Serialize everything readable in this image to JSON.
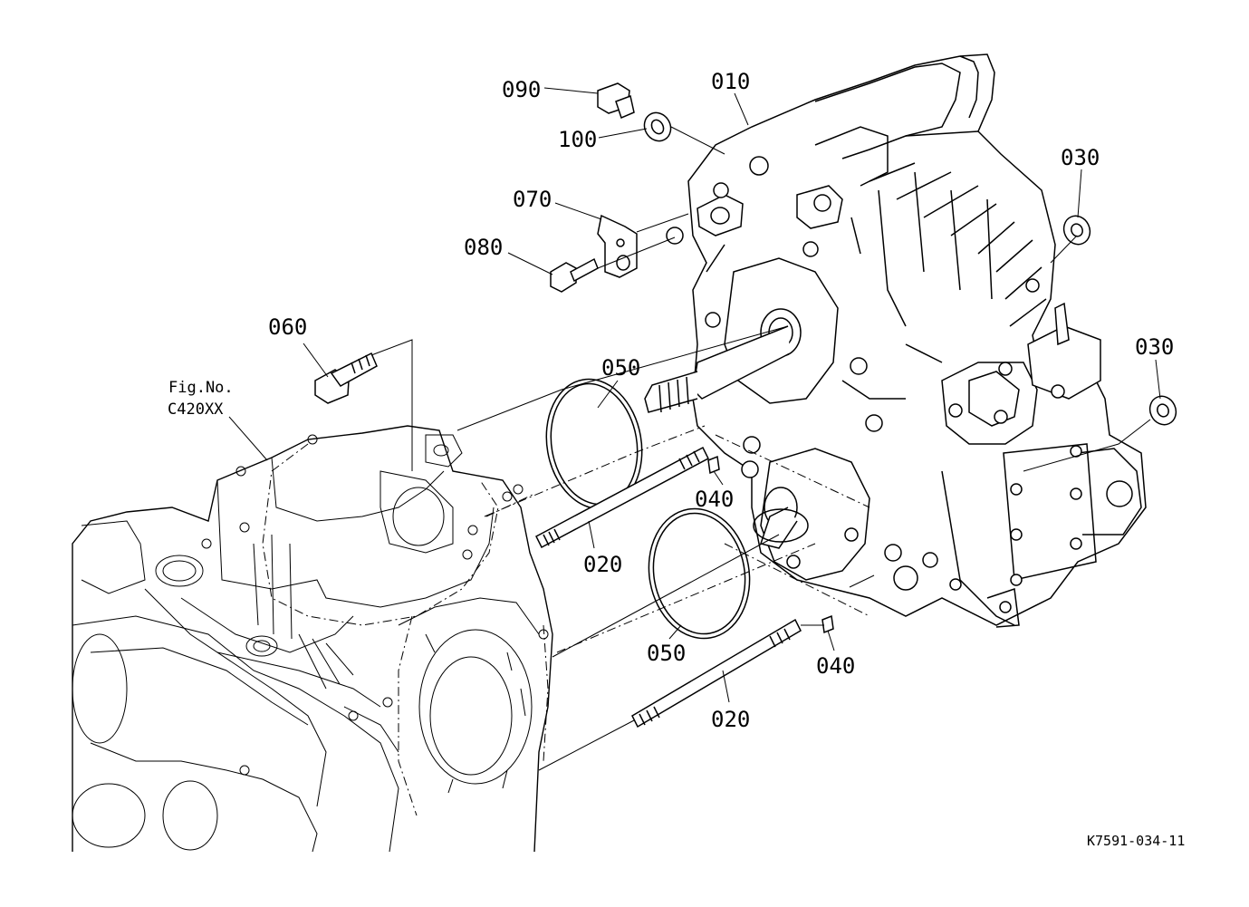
{
  "figure_reference": {
    "line1": "Fig.No.",
    "line2": "C420XX"
  },
  "drawing_code": "K7591-034-11",
  "callouts": [
    {
      "id": "callout-010",
      "text": "010"
    },
    {
      "id": "callout-090",
      "text": "090"
    },
    {
      "id": "callout-100",
      "text": "100"
    },
    {
      "id": "callout-070",
      "text": "070"
    },
    {
      "id": "callout-080",
      "text": "080"
    },
    {
      "id": "callout-060",
      "text": "060"
    },
    {
      "id": "callout-030-upper",
      "text": "030"
    },
    {
      "id": "callout-030-lower",
      "text": "030"
    },
    {
      "id": "callout-050-upper",
      "text": "050"
    },
    {
      "id": "callout-050-lower",
      "text": "050"
    },
    {
      "id": "callout-040-upper",
      "text": "040"
    },
    {
      "id": "callout-040-lower",
      "text": "040"
    },
    {
      "id": "callout-020-upper",
      "text": "020"
    },
    {
      "id": "callout-020-lower",
      "text": "020"
    }
  ]
}
